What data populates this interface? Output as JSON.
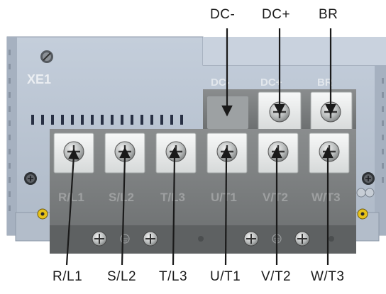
{
  "panel_labels": {
    "jumper": "XE1",
    "dc_minus": "DC-",
    "dc_plus": "DC+",
    "br": "BR",
    "r_l1": "R/L1",
    "s_l2": "S/L2",
    "t_l3": "T/L3",
    "u_t1": "U/T1",
    "v_t2": "V/T2",
    "w_t3": "W/T3"
  },
  "callouts": {
    "top": [
      "DC-",
      "DC+",
      "BR"
    ],
    "bottom": [
      "R/L1",
      "S/L2",
      "T/L3",
      "U/T1",
      "V/T2",
      "W/T3"
    ]
  },
  "colors": {
    "housing": "#b8c4d3",
    "housing_dark": "#9aa6b5",
    "terminal_block": "#7a7d7e",
    "metal_plate": "#e9ebea",
    "callout_line": "#1a1a1a"
  }
}
